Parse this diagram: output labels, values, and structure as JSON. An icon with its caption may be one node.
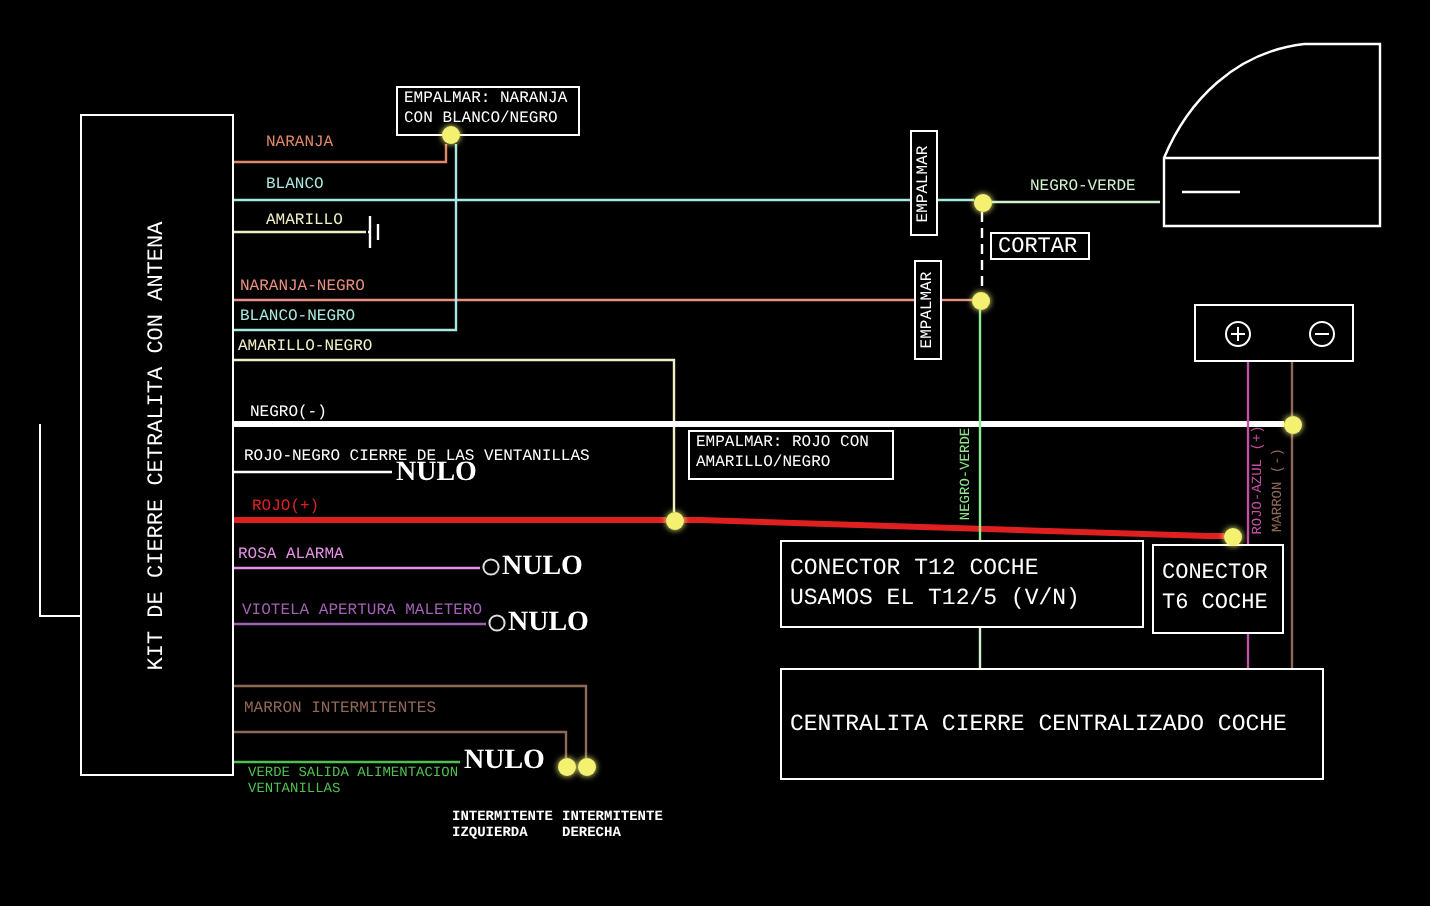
{
  "diagram": {
    "nodes": [
      {
        "text": [
          "KIT DE CIERRE CETRALITA CON ANTENA"
        ]
      },
      {
        "text": [
          "EMPALMAR: NARANJA CON BLANCO/NEGRO"
        ]
      },
      {
        "text": [
          "EMPALMAR"
        ]
      },
      {
        "text": [
          "EMPALMAR"
        ]
      },
      {
        "text": [
          "CORTAR"
        ]
      },
      {
        "text": [],
        "shape": "picture"
      },
      {
        "text": [],
        "shape": "box"
      },
      {
        "text": [
          "EMPALMAR: ROJO CON AMARILLO/NEGRO"
        ]
      },
      {
        "text": [
          "CONECTOR T12 COCHE USAMOS EL T12/5 (V/N)"
        ]
      },
      {
        "text": [
          "CONECTOR T6 COCHE"
        ]
      },
      {
        "text": [
          "CENTRALITA CIERRE CENTRALIZADO COCHE"
        ]
      },
      {
        "text": [
          "NULO"
        ]
      },
      {
        "text": [
          "NULO"
        ]
      },
      {
        "text": [
          "NULO"
        ]
      },
      {
        "text": [],
        "shape": "symbol"
      },
      {
        "text": [],
        "shape": "circle"
      },
      {
        "text": [],
        "shape": "circle"
      },
      {
        "text": [],
        "shape": "circle"
      },
      {
        "text": [],
        "shape": "circle"
      },
      {
        "text": [],
        "shape": "circle"
      },
      {
        "text": [],
        "shape": "circle"
      },
      {
        "text": [],
        "shape": "circle",
        "beside": [
          "INTERMITENTE IZQUIERDA"
        ]
      },
      {
        "text": [],
        "shape": "circle",
        "beside": [
          "INTERMITENTE DERECHA"
        ]
      },
      {
        "text": [
          "NULO"
        ]
      }
    ],
    "edges": [
      {
        "from": 0,
        "to": 15,
        "arrow": "none",
        "label": "NARANJA",
        "color": "#e08868"
      },
      {
        "from": 0,
        "to": 2,
        "arrow": "none",
        "label": "BLANCO",
        "color": "#a8e8e0"
      },
      {
        "from": 2,
        "to": 16,
        "arrow": "none",
        "color": "#a8e8e0"
      },
      {
        "from": 0,
        "to": 14,
        "arrow": "none",
        "label": "AMARILLO",
        "color": "#f0f0c8"
      },
      {
        "from": 0,
        "to": 3,
        "arrow": "none",
        "label": "NARANJA-NEGRO",
        "color": "#e89080"
      },
      {
        "from": 3,
        "to": 17,
        "arrow": "none",
        "color": "#e89080"
      },
      {
        "from": 0,
        "to": 15,
        "arrow": "none",
        "label": "BLANCO-NEGRO",
        "color": "#a8e8e0"
      },
      {
        "from": 0,
        "to": 18,
        "arrow": "none",
        "label": "AMARILLO-NEGRO",
        "color": "#f0f0c8"
      },
      {
        "from": 0,
        "to": 19,
        "arrow": "none",
        "label": "NEGRO(-)",
        "style": "thick",
        "color": "#ffffff"
      },
      {
        "from": 0,
        "to": 11,
        "arrow": "none",
        "label": "ROJO-NEGRO CIERRE DE LAS VENTANILLAS",
        "color": "#ffffff"
      },
      {
        "from": 0,
        "to": 18,
        "arrow": "none",
        "label": "ROJO(+)",
        "style": "thick",
        "color": "#e02020"
      },
      {
        "from": 18,
        "to": 20,
        "arrow": "none",
        "style": "thick",
        "color": "#e02020"
      },
      {
        "from": 0,
        "to": 12,
        "arrow": "none",
        "label": "ROSA ALARMA",
        "color": "#e890e8"
      },
      {
        "from": 0,
        "to": 13,
        "arrow": "none",
        "label": "VIOTELA APERTURA MALETERO",
        "color": "#a060b0"
      },
      {
        "from": 0,
        "to": 22,
        "arrow": "none",
        "color": "#906858"
      },
      {
        "from": 0,
        "to": 21,
        "arrow": "none",
        "label": "MARRON INTERMITENTES",
        "color": "#906858"
      },
      {
        "from": 0,
        "to": 23,
        "arrow": "none",
        "label": "VERDE SALIDA ALIMENTACION VENTANILLAS",
        "color": "#50c050"
      },
      {
        "from": 16,
        "to": 5,
        "arrow": "none",
        "label": "NEGRO-VERDE",
        "color": "#d0f0d0"
      },
      {
        "from": 16,
        "to": 17,
        "arrow": "none",
        "style": "dashed",
        "color": "#ffffff"
      },
      {
        "from": 17,
        "to": 8,
        "arrow": "none",
        "label": "NEGRO-VERDE",
        "color": "#90e890"
      },
      {
        "from": 8,
        "to": 10,
        "arrow": "none",
        "color": "#d0f0d0"
      },
      {
        "from": 6,
        "to": 9,
        "arrow": "none",
        "label": "ROJO-AZUL (+)",
        "color": "#c050a0"
      },
      {
        "from": 6,
        "to": 19,
        "arrow": "none",
        "color": "#906858"
      },
      {
        "from": 19,
        "to": 10,
        "arrow": "none",
        "label": "MARRON (-)",
        "color": "#906858"
      },
      {
        "from": 9,
        "to": 10,
        "arrow": "none",
        "color": "#c050a0"
      }
    ]
  }
}
